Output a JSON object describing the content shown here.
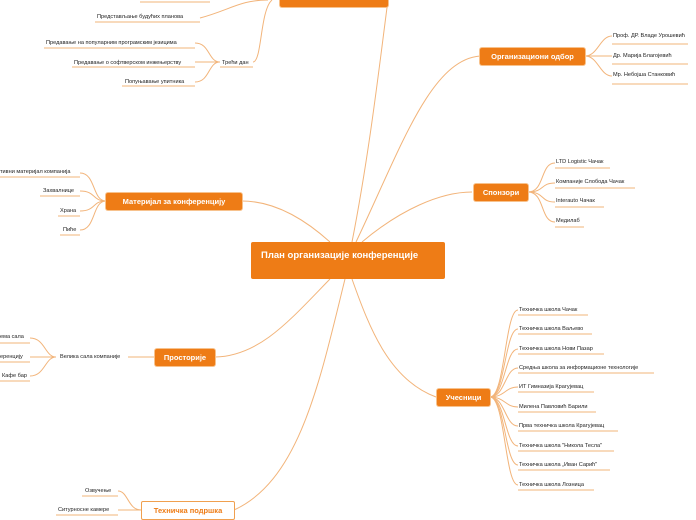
{
  "central": {
    "title": "План организације конференције"
  },
  "branches": {
    "top_hidden": {
      "label": ""
    },
    "organizing_committee": {
      "label": "Организациони одбор",
      "items": [
        "Проф. ДР. Владе Урошевић",
        "Др. Марија Благојевић",
        "Мр. Небојша Станковић"
      ]
    },
    "sponsors": {
      "label": "Спонзори",
      "items": [
        "LTD Logistic Чачак",
        "Компаније Слобода Чачак",
        "Interauto Чачак",
        "Медилаб"
      ]
    },
    "participants": {
      "label": "Учесници",
      "items": [
        "Техничка школа Чачак",
        "Техничка школа Ваљево",
        "Техничка школа Нови Пазар",
        "Средња школа за информационе технологије",
        "ИТ Гимназија Крагујевац",
        "Милена Павловић Барили",
        "Прва техничка школа Крагујевац",
        "Техничка школа \"Никола Тесла\"",
        "Техничка школа „Иван Сарић\"",
        "Техничка школа Лозница"
      ]
    },
    "materials": {
      "label": "Материјал за конференцију",
      "items": [
        "тивни материјал компанија",
        "Захвалнице",
        "Храна",
        "Пиће"
      ]
    },
    "premises": {
      "label": "Просторије",
      "sub_label": "Велика сала компаније",
      "items": [
        "ема сала",
        "еренцију",
        "Кафе бар"
      ]
    },
    "tech_support": {
      "label": "Техничка подршка",
      "items": [
        "Озвучење",
        "Ситурносне камере"
      ]
    },
    "third_day": {
      "label": "Трећи дан",
      "items": [
        "Предавање на популарним програмским језицима",
        "Предавање о софтверском инжењерству",
        "Попуњавање упитника"
      ]
    },
    "top_left": {
      "items": [
        "Представљање будућих планова"
      ]
    }
  }
}
